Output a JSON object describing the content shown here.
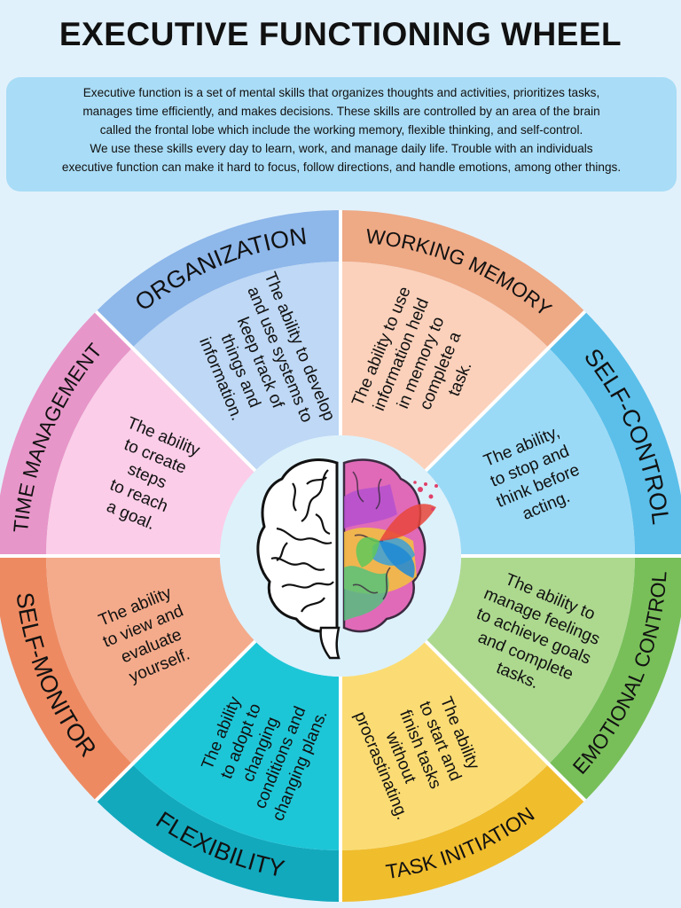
{
  "title": "EXECUTIVE FUNCTIONING WHEEL",
  "intro": [
    "Executive function is a set of mental skills that organizes thoughts and activities, prioritizes tasks,",
    "manages time efficiently, and makes decisions.  These skills are controlled by an area of the brain",
    "called the frontal lobe which include the working memory, flexible thinking, and self-control.",
    "We use these skills every day to learn, work, and manage daily life. Trouble with an individuals",
    "executive function can make it hard to focus, follow directions, and handle emotions, among other things."
  ],
  "segments": [
    {
      "id": "working-memory",
      "label": "WORKING MEMORY",
      "description": [
        "The ability to use",
        "information held",
        "in memory to",
        "complete a",
        "task."
      ],
      "outer_color": "#eea985",
      "inner_color": "#fbd1bb"
    },
    {
      "id": "self-control",
      "label": "SELF-CONTROL",
      "description": [
        "The ability,",
        "to stop and",
        "think before",
        "acting."
      ],
      "outer_color": "#5bbfe9",
      "inner_color": "#9bdaf6"
    },
    {
      "id": "emotional-control",
      "label": "EMOTIONAL CONTROL",
      "description": [
        "The ability to",
        "manage feelings",
        "to achieve goals",
        "and complete",
        "tasks."
      ],
      "outer_color": "#78bf59",
      "inner_color": "#add98f"
    },
    {
      "id": "task-initiation",
      "label": "TASK INITIATION",
      "description": [
        "The ability",
        "to start and",
        "finish tasks",
        "without",
        "procrastinating."
      ],
      "outer_color": "#f0bd2d",
      "inner_color": "#fbdc74"
    },
    {
      "id": "flexibility",
      "label": "FLEXIBILITY",
      "description": [
        "The ability",
        "to adopt to",
        "changing",
        "conditions and",
        "changing plans."
      ],
      "outer_color": "#12a9bd",
      "inner_color": "#1dc6d7"
    },
    {
      "id": "self-monitor",
      "label": "SELF-MONITOR",
      "description": [
        "The ability",
        "to view and",
        "evaluate",
        "yourself."
      ],
      "outer_color": "#ee8a61",
      "inner_color": "#f4ab8b"
    },
    {
      "id": "time-management",
      "label": "TIME MANAGEMENT",
      "description": [
        "The ability",
        "to create",
        "steps",
        "to reach",
        "a goal."
      ],
      "outer_color": "#e796c9",
      "inner_color": "#fbcde8"
    },
    {
      "id": "organization",
      "label": "ORGANIZATION",
      "description": [
        "The ability to develop",
        "and use systems to",
        "keep track of",
        "things and",
        "information."
      ],
      "outer_color": "#8eb7ea",
      "inner_color": "#bed8f5"
    }
  ],
  "center": {
    "icon": "brain-icon",
    "hub_color": "#ddf1fb"
  }
}
